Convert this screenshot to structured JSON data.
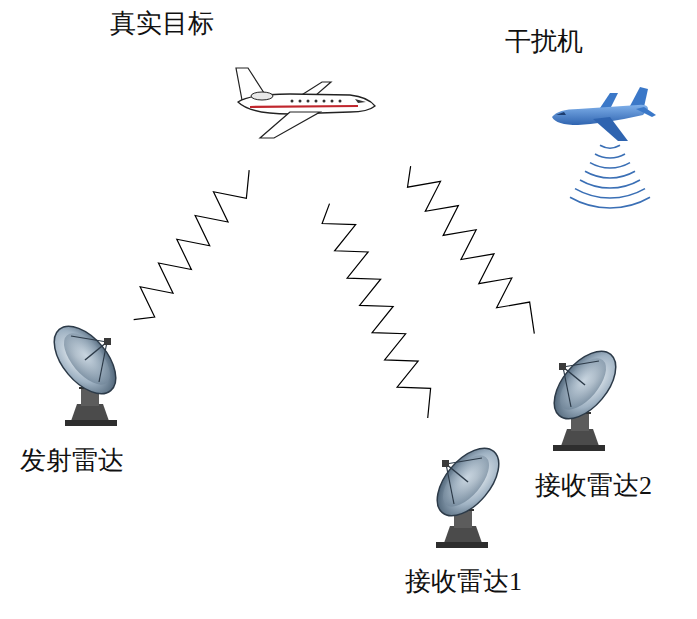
{
  "diagram": {
    "nodes": [
      {
        "text": [
          "真实目标"
        ]
      },
      {
        "text": [
          "干扰机"
        ]
      },
      {
        "text": [
          "发射雷达"
        ]
      },
      {
        "text": [
          "接收雷达2"
        ]
      },
      {
        "text": [
          "接收雷达1"
        ]
      }
    ],
    "edges": [
      {
        "from": 2,
        "to": 0,
        "arrow": "none"
      },
      {
        "from": 0,
        "to": 4,
        "arrow": "none"
      },
      {
        "from": 0,
        "to": 3,
        "arrow": "none"
      }
    ]
  }
}
